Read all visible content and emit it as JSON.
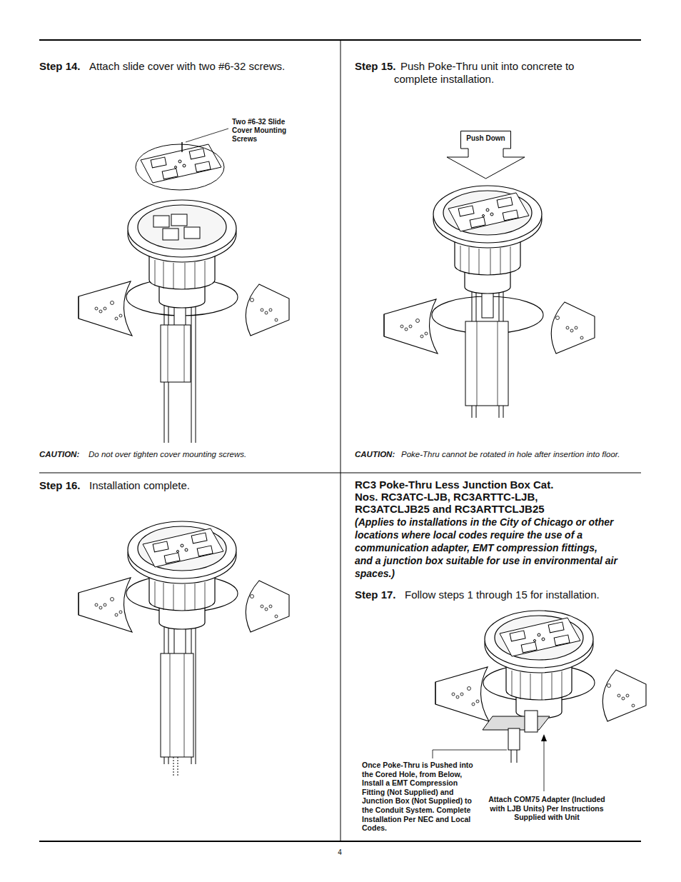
{
  "diagram": {
    "nodes": [
      {
        "text": [
          "Push Down"
        ]
      }
    ],
    "labels": [
      "Step 14.",
      "Attach slide cover with two #6-32 screws.",
      "Two #6-32 Slide Cover Mounting Screws",
      "CAUTION:",
      "Do not over tighten cover mounting screws.",
      "Step 15.",
      "Push Poke-Thru unit into concrete to complete installation.",
      "CAUTION:",
      "Poke-Thru cannot be rotated in hole after insertion into floor.",
      "Step 16.",
      "Installation complete.",
      "RC3 Poke-Thru Less Junction Box Cat. Nos. RC3ATC-LJB, RC3ARTTC-LJB, RC3ATCLJB25 and RC3ARTTCLJB25",
      "(Applies to installations in the City of Chicago or other locations where local codes require the use of a communication adapter, EMT compression fittings, and a junction box suitable for use in environmental air spaces.)",
      "Step 17.",
      "Follow steps 1 through 15 for installation.",
      "Once Poke-Thru is Pushed into the Cored Hole, from Below, Install a EMT Compression Fitting (Not Supplied) and Junction Box (Not Supplied) to the Conduit System. Complete Installation Per NEC and Local Codes.",
      "Attach COM75 Adapter (Included with LJB Units) Per Instructions Supplied with Unit",
      "4"
    ]
  }
}
